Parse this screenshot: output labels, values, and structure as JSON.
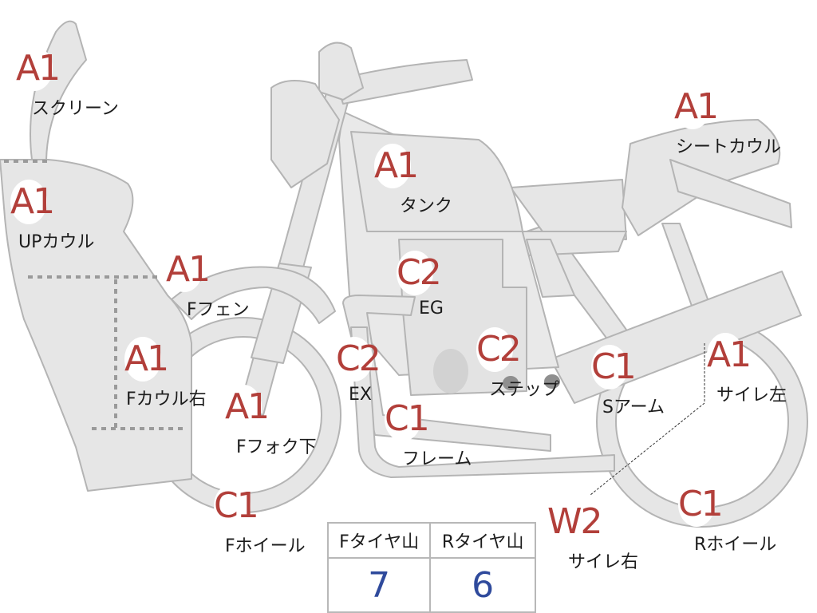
{
  "parts": [
    {
      "id": "screen",
      "grade": "A1",
      "label": "スクリーン"
    },
    {
      "id": "up-cowl",
      "grade": "A1",
      "label": "UPカウル"
    },
    {
      "id": "f-fender",
      "grade": "A1",
      "label": "Fフェン"
    },
    {
      "id": "f-cowl-right",
      "grade": "A1",
      "label": "Fカウル右"
    },
    {
      "id": "f-fork-lower",
      "grade": "A1",
      "label": "Fフォク下"
    },
    {
      "id": "f-wheel",
      "grade": "C1",
      "label": "Fホイール"
    },
    {
      "id": "tank",
      "grade": "A1",
      "label": "タンク"
    },
    {
      "id": "engine",
      "grade": "C2",
      "label": "EG"
    },
    {
      "id": "exhaust",
      "grade": "C2",
      "label": "EX"
    },
    {
      "id": "step",
      "grade": "C2",
      "label": "ステップ"
    },
    {
      "id": "frame",
      "grade": "C1",
      "label": "フレーム"
    },
    {
      "id": "seat-cowl",
      "grade": "A1",
      "label": "シートカウル"
    },
    {
      "id": "swing-arm",
      "grade": "C1",
      "label": "Sアーム"
    },
    {
      "id": "muffler-left",
      "grade": "A1",
      "label": "サイレ左"
    },
    {
      "id": "muffler-right",
      "grade": "W2",
      "label": "サイレ右"
    },
    {
      "id": "r-wheel",
      "grade": "C1",
      "label": "Rホイール"
    }
  ],
  "tire_tread": {
    "front_label": "Fタイヤ山",
    "rear_label": "Rタイヤ山",
    "front_value": "7",
    "rear_value": "6"
  }
}
